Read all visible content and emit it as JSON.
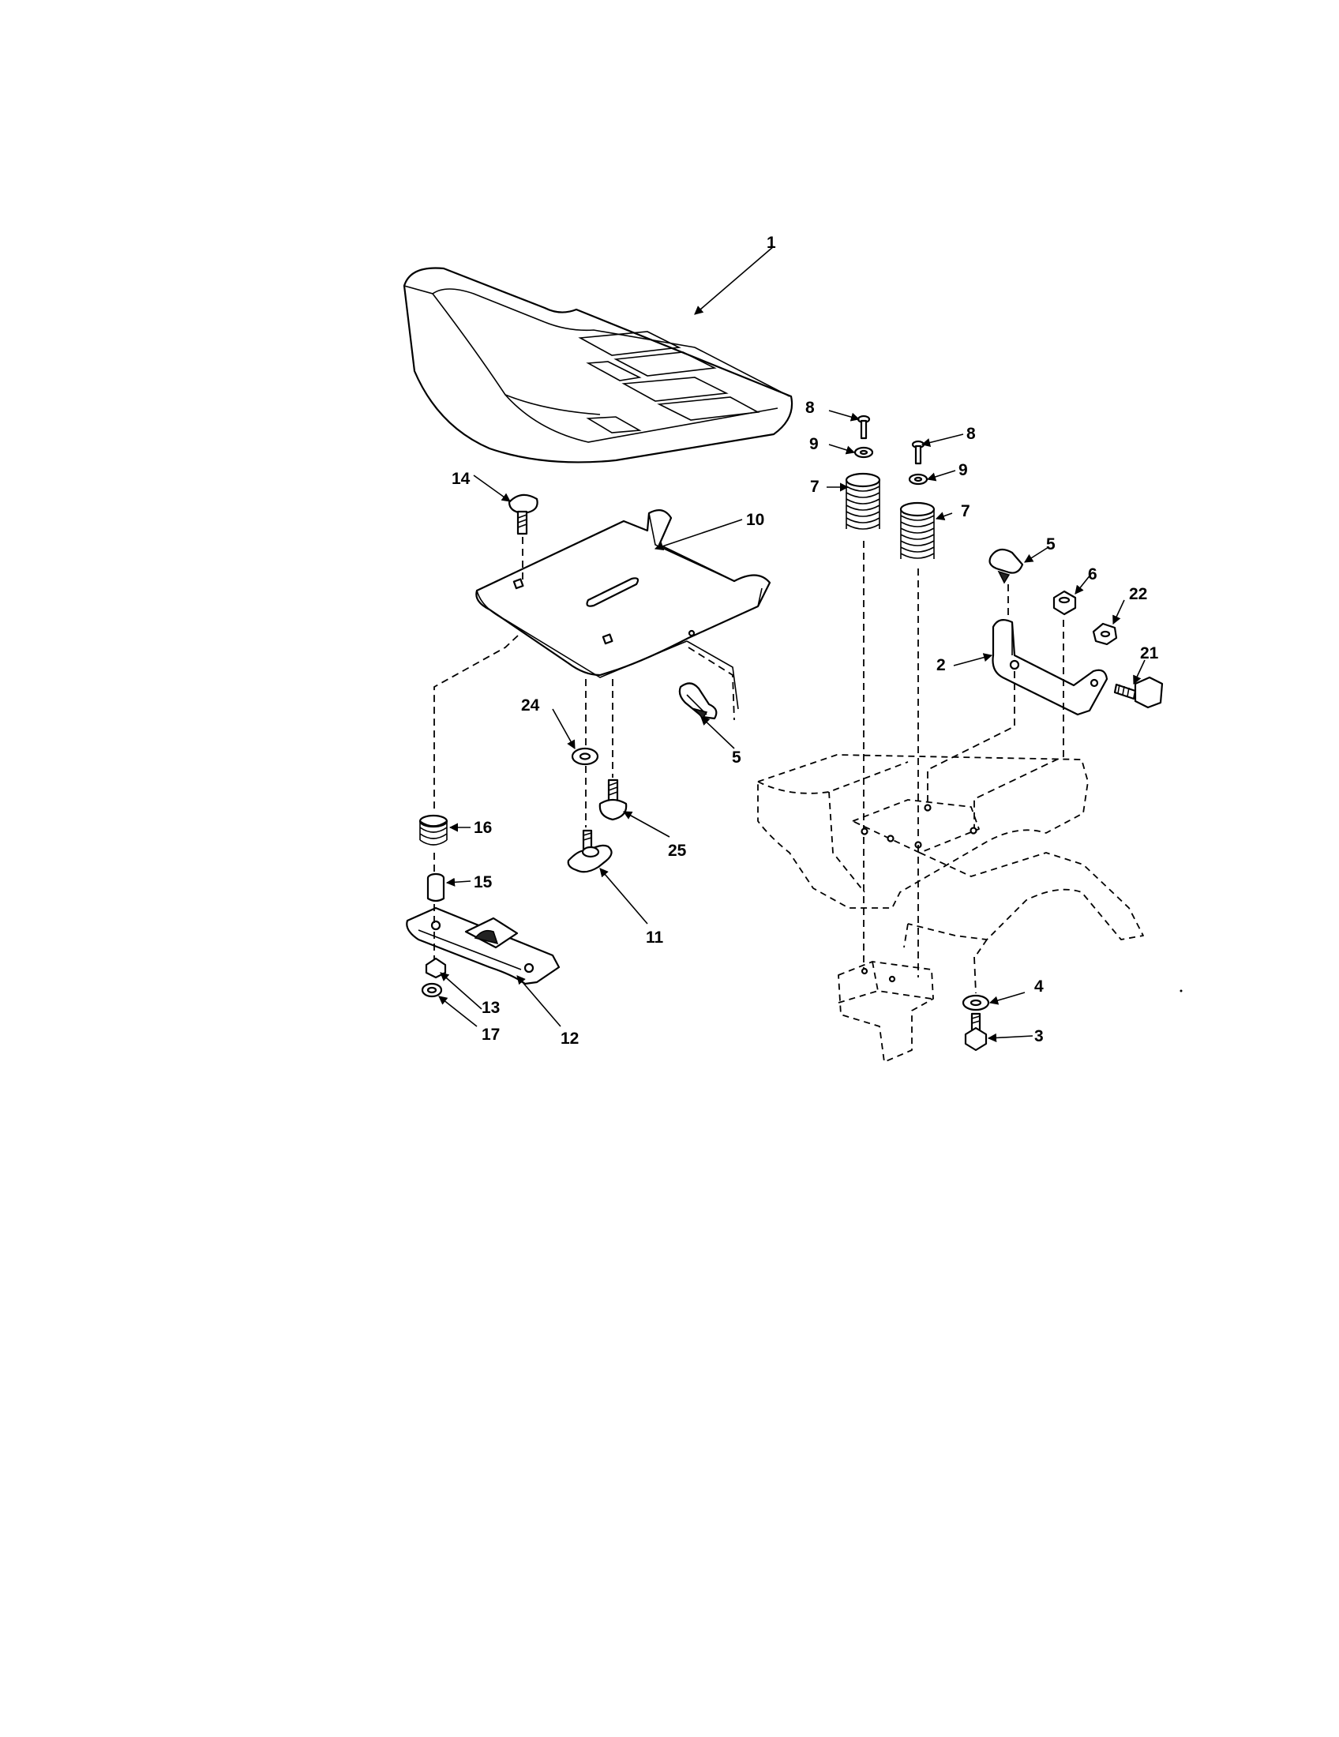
{
  "callouts": [
    {
      "id": "c1",
      "text": "1"
    },
    {
      "id": "c2",
      "text": "2"
    },
    {
      "id": "c3",
      "text": "3"
    },
    {
      "id": "c4",
      "text": "4"
    },
    {
      "id": "c5a",
      "text": "5"
    },
    {
      "id": "c5b",
      "text": "5"
    },
    {
      "id": "c6",
      "text": "6"
    },
    {
      "id": "c7a",
      "text": "7"
    },
    {
      "id": "c7b",
      "text": "7"
    },
    {
      "id": "c8a",
      "text": "8"
    },
    {
      "id": "c8b",
      "text": "8"
    },
    {
      "id": "c9a",
      "text": "9"
    },
    {
      "id": "c9b",
      "text": "9"
    },
    {
      "id": "c10",
      "text": "10"
    },
    {
      "id": "c11",
      "text": "11"
    },
    {
      "id": "c12",
      "text": "12"
    },
    {
      "id": "c13",
      "text": "13"
    },
    {
      "id": "c14",
      "text": "14"
    },
    {
      "id": "c15",
      "text": "15"
    },
    {
      "id": "c16",
      "text": "16"
    },
    {
      "id": "c17",
      "text": "17"
    },
    {
      "id": "c21",
      "text": "21"
    },
    {
      "id": "c22",
      "text": "22"
    },
    {
      "id": "c24",
      "text": "24"
    },
    {
      "id": "c25",
      "text": "25"
    }
  ]
}
